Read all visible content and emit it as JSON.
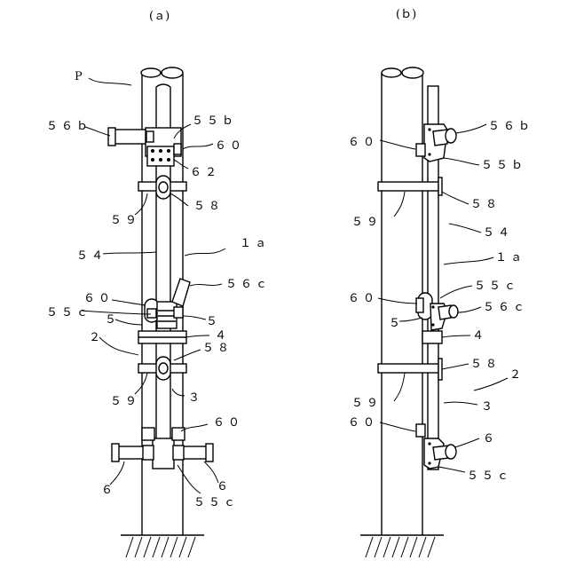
{
  "panel_a": {
    "caption": "(ａ)",
    "labels": {
      "P": "P",
      "l56b": "５６ｂ",
      "l55b": "５５ｂ",
      "l60_top": "６０",
      "l62": "６２",
      "l59_top": "５９",
      "l58_top": "５８",
      "l1a": "１ａ",
      "l54": "５４",
      "l56c": "５６ｃ",
      "l60_mid": "６０",
      "l55c_mid": "５５ｃ",
      "l5_left": "５",
      "l5_right": "５",
      "l4": "４",
      "l2": "２",
      "l58_bot": "５８",
      "l59_bot": "５９",
      "l3": "３",
      "l60_bot": "６０",
      "l6_left": "６",
      "l6_right": "６",
      "l55c_bot": "５５ｃ"
    }
  },
  "panel_b": {
    "caption": "(ｂ)",
    "labels": {
      "l56b": "５６ｂ",
      "l60_top": "６０",
      "l55b": "５５ｂ",
      "l58_top": "５８",
      "l59_top": "５９",
      "l54": "５４",
      "l1a": "１ａ",
      "l55c": "５５ｃ",
      "l60_mid": "６０",
      "l56c": "５６ｃ",
      "l5": "５",
      "l4": "４",
      "l58_bot": "５８",
      "l2": "２",
      "l59_bot": "５９",
      "l3": "３",
      "l60_bot": "６０",
      "l6": "６",
      "l55c_bot": "５５ｃ"
    }
  }
}
